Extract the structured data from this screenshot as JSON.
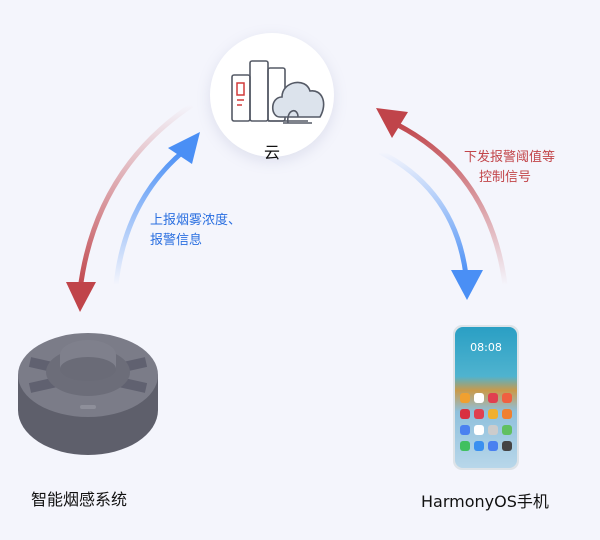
{
  "cloud": {
    "label": "云"
  },
  "upload_text": {
    "line1": "上报烟雾浓度、",
    "line2": "报警信息"
  },
  "download_text": {
    "line1": "下发报警阈值等",
    "line2": "控制信号"
  },
  "device": {
    "label": "智能烟感系统"
  },
  "phone": {
    "label": "HarmonyOS手机",
    "clock": "08:08"
  },
  "colors": {
    "blue": "#4a8ff5",
    "red": "#c0444a",
    "bg": "#f4f5fc"
  }
}
